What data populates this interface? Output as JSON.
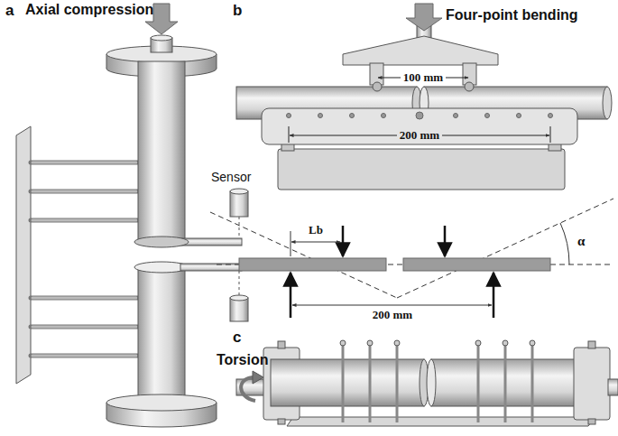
{
  "diagram": {
    "labels": [
      "a",
      "Axial compression",
      "Sensor",
      "b",
      "Four-point bending",
      "100 mm",
      "200 mm",
      "Lb",
      "200 mm",
      "α",
      "c",
      "Torsion"
    ]
  }
}
